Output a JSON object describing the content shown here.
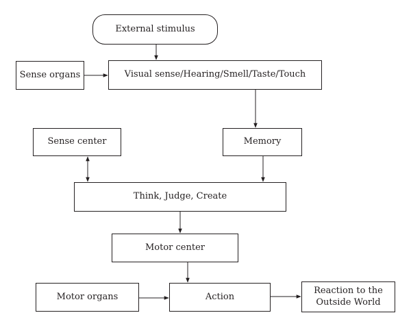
{
  "nodes": {
    "external_stimulus": "External stimulus",
    "sense_organs": "Sense organs",
    "senses": "Visual sense/Hearing/Smell/Taste/Touch",
    "sense_center": "Sense center",
    "memory": "Memory",
    "think": "Think, Judge, Create",
    "motor_center": "Motor center",
    "motor_organs": "Motor organs",
    "action": "Action",
    "reaction_line1": "Reaction to the",
    "reaction_line2": "Outside World"
  },
  "colors": {
    "stroke": "#231f20",
    "background": "#ffffff"
  }
}
